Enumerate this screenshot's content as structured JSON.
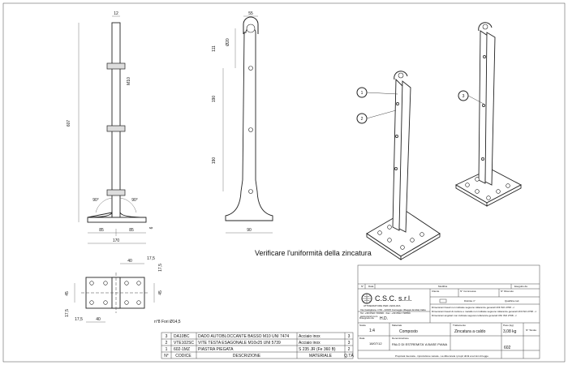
{
  "dims": {
    "side_top_width": "12",
    "side_total_height": "607",
    "side_bolt": "M10",
    "side_angle_left": "90°",
    "side_angle_right": "90°",
    "side_base_left": "85",
    "side_base_right": "85",
    "side_base_total": "170",
    "side_base_thk": "6",
    "front_top_width": "55",
    "front_hole_dia": "Ø20",
    "front_top_dist": "111",
    "front_mid_dist_1": "190",
    "front_mid_dist_2": "190",
    "front_base_width": "90",
    "plan_w_40": "40",
    "plan_w_175_top": "17,5",
    "plan_h_175_right": "17,5",
    "plan_h_45_right": "45",
    "plan_h_45_left": "45",
    "plan_h_175_left": "17,5",
    "plan_w_175_bottom": "17,5",
    "plan_w_40_bottom": "40",
    "plan_holes_note": "n°8 Fori Ø14,5"
  },
  "balloons": [
    "1",
    "2",
    "3"
  ],
  "zinc_note": "Verificare l'uniformità della zincatura",
  "bom": {
    "headers": [
      "N°",
      "CODICE",
      "DESCRIZIONE",
      "MATERIALE",
      "Q.TÀ"
    ],
    "rows": [
      {
        "n": "3",
        "code": "DA10BC",
        "desc": "DADO AUTOBLOCCANTE BASSO M10 UNI 7474",
        "mat": "Acciaio inox",
        "qty": "3"
      },
      {
        "n": "2",
        "code": "VTE102SC",
        "desc": "VITE TESTA ESAGONALE M10x25 UNI 5739",
        "mat": "Acciaio inox",
        "qty": "3"
      },
      {
        "n": "1",
        "code": "602-1MZ",
        "desc": "PIASTRA PIEGATA",
        "mat": "S 235 JR (Fe 360 B)",
        "qty": "2"
      }
    ]
  },
  "title_block": {
    "col_n": "N°",
    "col_data": "Data",
    "col_modifica": "Modifica",
    "col_eseguito": "Eseguito da",
    "company": "C.S.C. s.r.l.",
    "company_sub": "ATTREZZATURE PER L'EDILIZIA",
    "address": "Via Castiglione n°49 - 42015 Correggio (Reggio Emilia) Italia",
    "contacts": "Tel. +39 0522 746996 - Fax. +39 0522 738559",
    "web": "www.cscsrl.com",
    "disegnato_label": "Disegnato da",
    "disegnato": "H.D.",
    "cliente_label": "Cliente",
    "commessa_label": "N° Commessa",
    "ricevuto_label": "N° Ricevuto",
    "distinta_label": "Distinta n°",
    "qualifica_label": "Qualifica cod.",
    "legal_1": "Dimensioni lineari non indicate seguono tolleranze generali UNI ISO 2768 - c",
    "legal_2": "Dimensioni lineari di cartone e metallo non indicate seguono tolleranze generali UNI ISO 2768 - c",
    "legal_3": "Dimensioni angolari non indicate seguono tolleranze generali UNI ISO 2768 - c",
    "scala_label": "Scala",
    "scala": "1:4",
    "materiale_label": "Materiale",
    "materiale": "Composto",
    "tratt_label": "Trattamento",
    "tratt": "Zincatura a caldo",
    "peso_label": "Peso (kg)",
    "peso": "3,08 kg",
    "data_label": "Data",
    "data": "18/07/12",
    "denom_label": "Denominazione",
    "denom": "PALO DI ESTREMITA' A BASE PIANA",
    "tav_label": "N° Tavola",
    "tav": "602",
    "footer": "Proprietà riservata - riproduzione vietata - La ditta tutela i propri diritti a termini di legge"
  }
}
